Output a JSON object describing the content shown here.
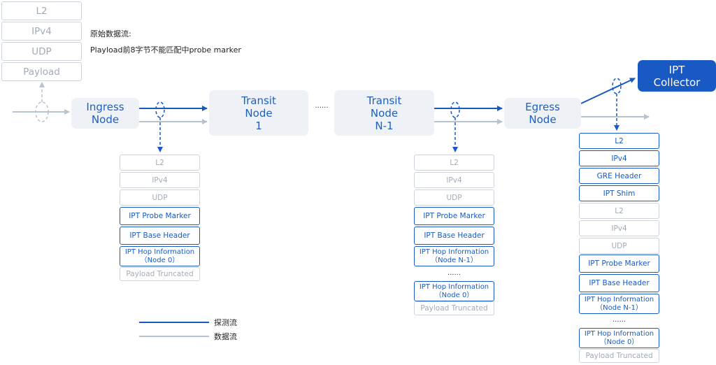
{
  "source_stack": {
    "layers": [
      "L2",
      "IPv4",
      "UDP",
      "Payload"
    ]
  },
  "note": {
    "line1": "原始数据流:",
    "line2": "Playload前8字节不能匹配中probe marker"
  },
  "nodes": {
    "ingress": [
      "Ingress",
      "Node"
    ],
    "transit1": [
      "Transit",
      "Node",
      "1"
    ],
    "ellipsis": "......",
    "transitN": [
      "Transit",
      "Node",
      "N-1"
    ],
    "egress": [
      "Egress",
      "Node"
    ],
    "collector": [
      "IPT",
      "Collector"
    ]
  },
  "stack_ingress": {
    "cells": [
      {
        "text": "L2",
        "style": "grey"
      },
      {
        "text": "IPv4",
        "style": "grey"
      },
      {
        "text": "UDP",
        "style": "grey"
      },
      {
        "text": "IPT Probe Marker",
        "style": "blue"
      },
      {
        "text": "IPT Base Header",
        "style": "blue"
      },
      {
        "text": "IPT Hop Information",
        "sub": "（Node 0）",
        "style": "blue"
      },
      {
        "text": "Payload Truncated",
        "style": "grey"
      }
    ]
  },
  "stack_transit": {
    "cells": [
      {
        "text": "L2",
        "style": "grey"
      },
      {
        "text": "IPv4",
        "style": "grey"
      },
      {
        "text": "UDP",
        "style": "grey"
      },
      {
        "text": "IPT Probe Marker",
        "style": "blue"
      },
      {
        "text": "IPT Base Header",
        "style": "blue"
      },
      {
        "text": "IPT Hop Information",
        "sub": "（Node N-1）",
        "style": "blue"
      },
      {
        "text": "IPT Hop Information",
        "sub": "（Node 0）",
        "style": "blue"
      },
      {
        "text": "Payload Truncated",
        "style": "grey"
      }
    ],
    "dots": "......"
  },
  "stack_egress": {
    "cells": [
      {
        "text": "L2",
        "style": "blue"
      },
      {
        "text": "IPv4",
        "style": "blue"
      },
      {
        "text": "GRE Header",
        "style": "blue"
      },
      {
        "text": "IPT Shim",
        "style": "blue"
      },
      {
        "text": "L2",
        "style": "grey"
      },
      {
        "text": "IPv4",
        "style": "grey"
      },
      {
        "text": "UDP",
        "style": "grey"
      },
      {
        "text": "IPT Probe Marker",
        "style": "blue"
      },
      {
        "text": "IPT Base Header",
        "style": "blue"
      },
      {
        "text": "IPT Hop Information",
        "sub": "（Node N-1）",
        "style": "blue"
      },
      {
        "text": "IPT Hop Information",
        "sub": "（Node 0）",
        "style": "blue"
      },
      {
        "text": "Payload Truncated",
        "style": "grey"
      }
    ],
    "dots": "......"
  },
  "legend": {
    "probe": "探测流",
    "data": "数据流"
  },
  "colors": {
    "probe": "#1959c4",
    "data": "#b9c2cf",
    "node_bg": "#eef2f6"
  }
}
